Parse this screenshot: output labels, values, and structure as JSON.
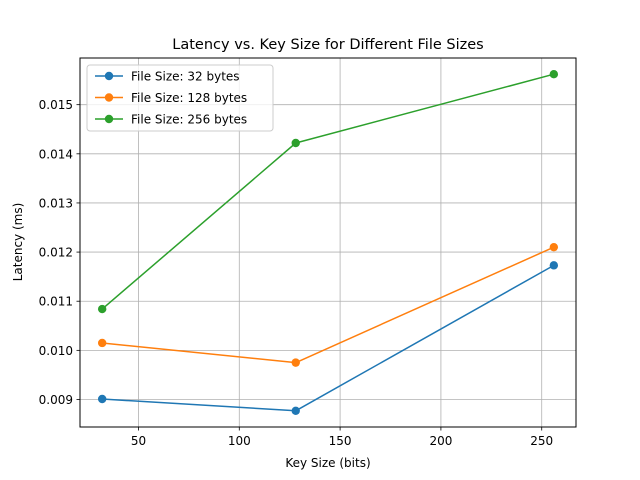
{
  "chart_data": {
    "type": "line",
    "title": "Latency vs. Key Size for Different File Sizes",
    "xlabel": "Key Size (bits)",
    "ylabel": "Latency (ms)",
    "x": [
      32,
      128,
      256
    ],
    "xlim": [
      21,
      267
    ],
    "ylim": [
      0.00844,
      0.01595
    ],
    "xticks": [
      50,
      100,
      150,
      200,
      250
    ],
    "xtick_labels": [
      "50",
      "100",
      "150",
      "200",
      "250"
    ],
    "yticks": [
      0.009,
      0.01,
      0.011,
      0.012,
      0.013,
      0.014,
      0.015
    ],
    "ytick_labels": [
      "0.009",
      "0.010",
      "0.011",
      "0.012",
      "0.013",
      "0.014",
      "0.015"
    ],
    "grid": true,
    "legend_position": "top-left",
    "series": [
      {
        "name": "File Size: 32 bytes",
        "color": "#1f77b4",
        "values": [
          0.00901,
          0.00877,
          0.01173
        ]
      },
      {
        "name": "File Size: 128 bytes",
        "color": "#ff7f0e",
        "values": [
          0.01015,
          0.00975,
          0.0121
        ]
      },
      {
        "name": "File Size: 256 bytes",
        "color": "#2ca02c",
        "values": [
          0.01084,
          0.01422,
          0.01562
        ]
      }
    ]
  }
}
